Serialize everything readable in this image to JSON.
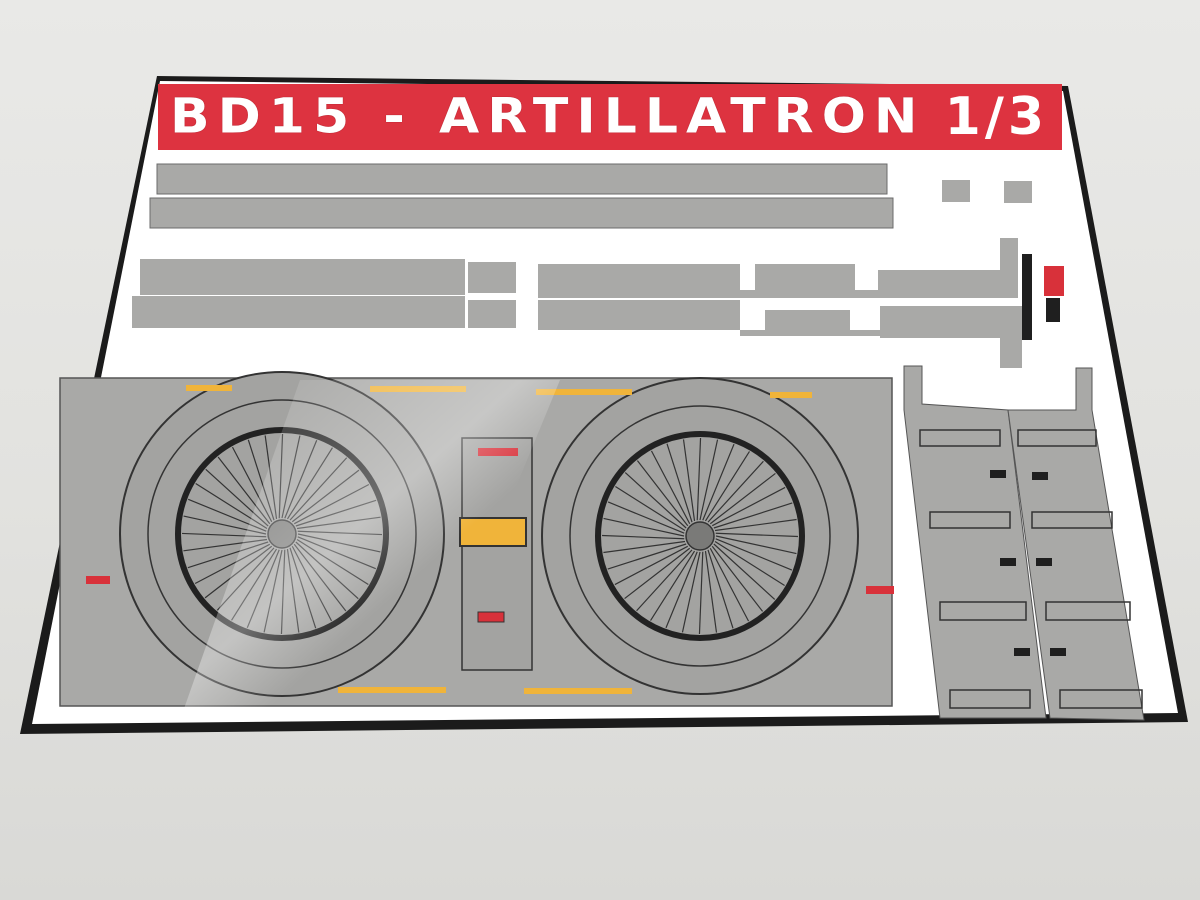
{
  "sheet": {
    "title": "BD15 - ARTILLATRON",
    "scale": "1/3"
  },
  "colors": {
    "background": "#e5e5e2",
    "sheet_white": "#ffffff",
    "sheet_border": "#1a1a1a",
    "title_red": "#dd3340",
    "decal_grey": "#a9a9a7",
    "line_dark": "#333333",
    "accent_yellow": "#f0b43a",
    "accent_red": "#d8313a"
  },
  "decals": {
    "turbine_count": 2,
    "turbine_blades": 36,
    "side_panel_count": 2
  }
}
